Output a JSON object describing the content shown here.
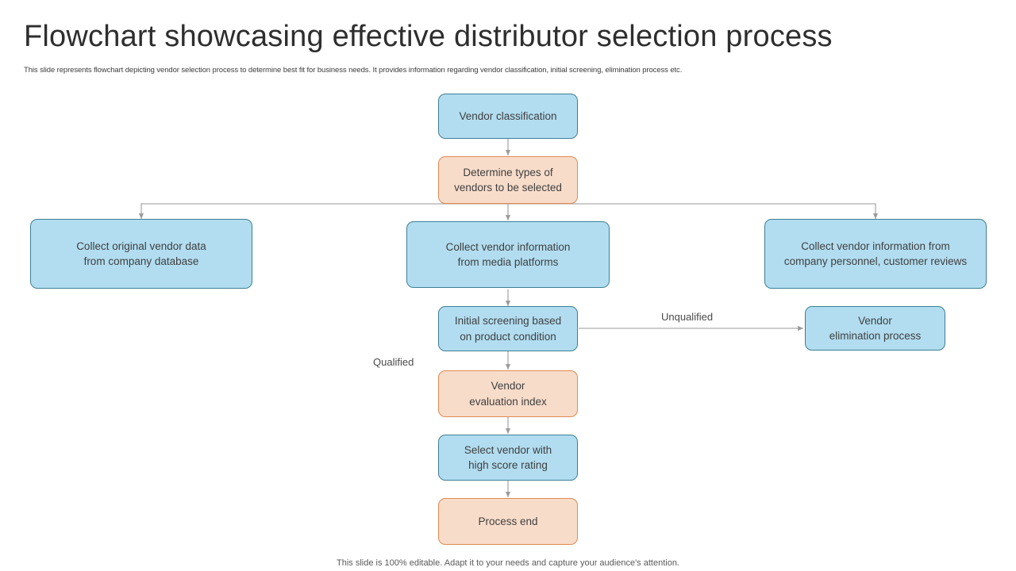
{
  "header": {
    "title": "Flowchart showcasing effective distributor selection process",
    "subtitle": "This slide represents flowchart depicting vendor selection process to determine best fit for  business needs. It provides information regarding vendor classification, initial screening, elimination process etc."
  },
  "footer": {
    "note": "This slide is 100% editable. Adapt it to your needs and capture your audience's attention."
  },
  "colors": {
    "blue_fill": "#b2ddf0",
    "blue_border": "#3d7f94",
    "peach_fill": "#f8dcca",
    "peach_border": "#e08a52",
    "connector": "#9a9a9a",
    "text": "#3f3f3f"
  },
  "flowchart": {
    "nodes": [
      {
        "id": "vendor-classification",
        "label": "Vendor classification",
        "style": "blue"
      },
      {
        "id": "determine-types",
        "label": "Determine types of\nvendors to be selected",
        "style": "peach"
      },
      {
        "id": "collect-original-data",
        "label": "Collect original vendor data\nfrom company database",
        "style": "blue"
      },
      {
        "id": "collect-media",
        "label": "Collect vendor information\nfrom media platforms",
        "style": "blue"
      },
      {
        "id": "collect-personnel",
        "label": "Collect vendor information from\ncompany personnel, customer reviews",
        "style": "blue"
      },
      {
        "id": "initial-screening",
        "label": "Initial screening based\non product condition",
        "style": "blue"
      },
      {
        "id": "vendor-elimination",
        "label": "Vendor\nelimination process",
        "style": "blue"
      },
      {
        "id": "evaluation-index",
        "label": "Vendor\nevaluation index",
        "style": "peach"
      },
      {
        "id": "select-vendor",
        "label": "Select vendor with\nhigh score rating",
        "style": "blue"
      },
      {
        "id": "process-end",
        "label": "Process end",
        "style": "peach"
      }
    ],
    "edge_labels": [
      {
        "id": "qualified",
        "label": "Qualified"
      },
      {
        "id": "unqualified",
        "label": "Unqualified"
      }
    ]
  }
}
